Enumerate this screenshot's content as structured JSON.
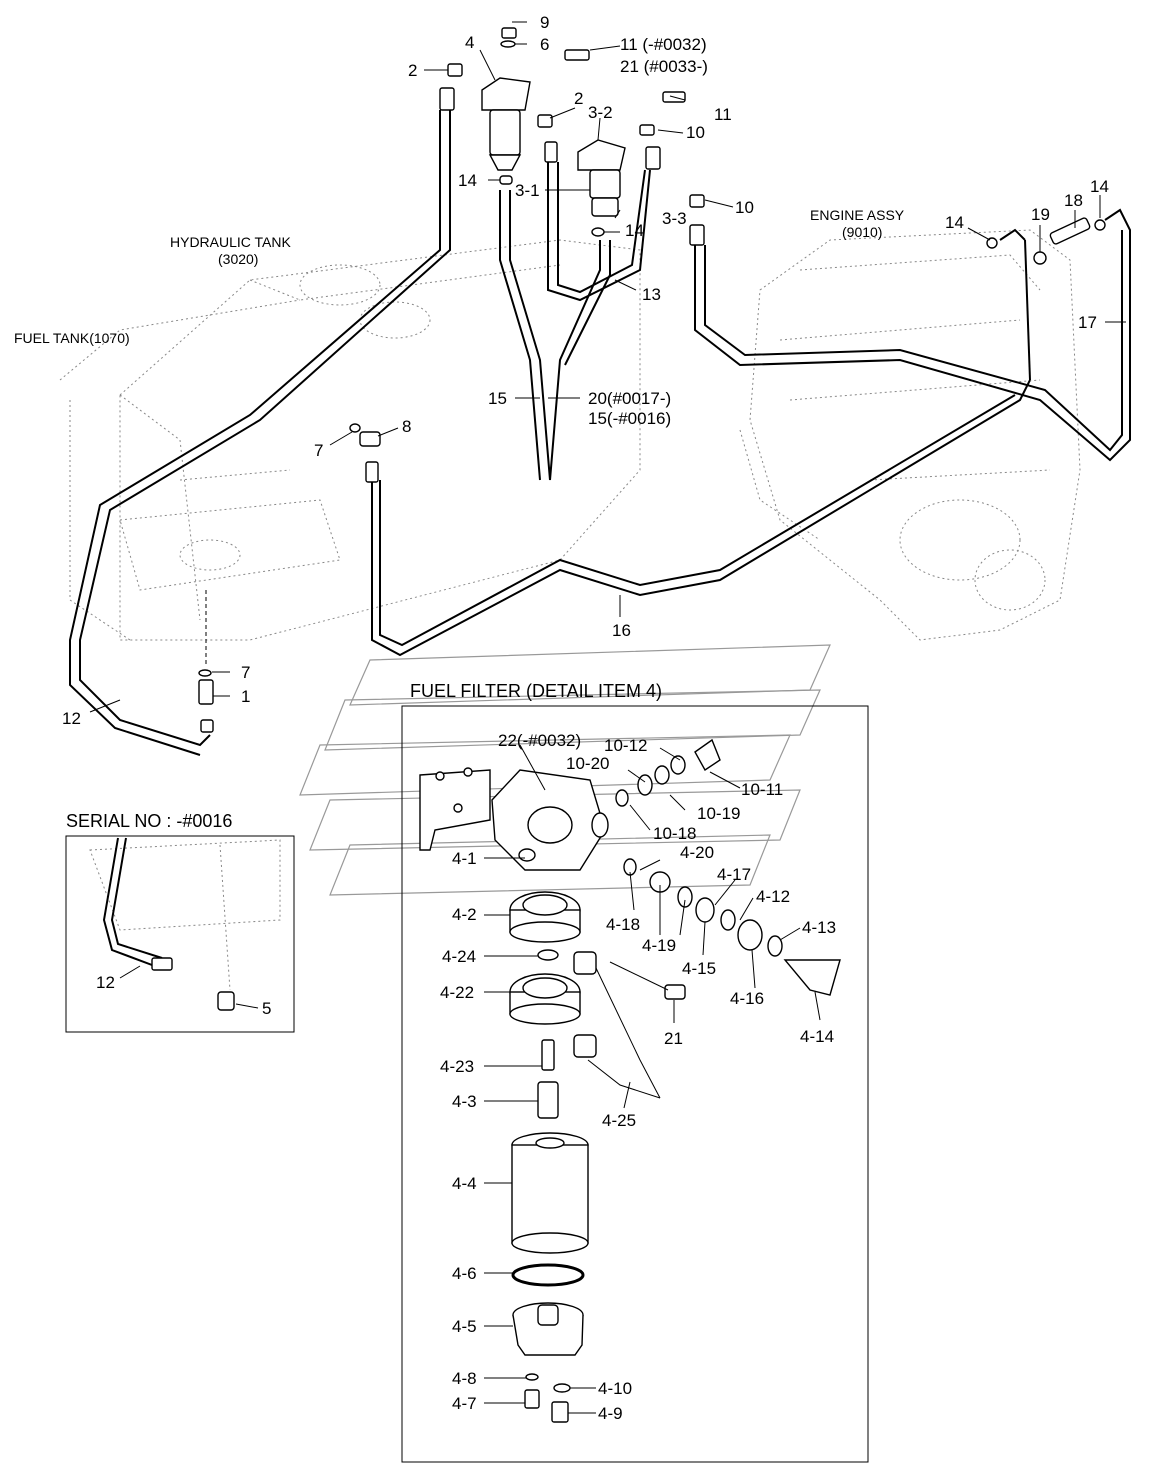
{
  "callouts": {
    "n9": "9",
    "n6": "6",
    "n4": "4",
    "n2a": "2",
    "n11a": "11 (-#0032)",
    "n21a": "21 (#0033-)",
    "n2b": "2",
    "n32": "3-2",
    "n11b": "11",
    "n10a": "10",
    "n14a": "14",
    "n31": "3-1",
    "n10b": "10",
    "n33": "3-3",
    "n14b": "14",
    "n13": "13",
    "n14c": "14",
    "n19": "19",
    "n18": "18",
    "n14d": "14",
    "n17": "17",
    "n15": "15",
    "n20": "20(#0017-)",
    "n15b": "15(-#0016)",
    "n7a": "7",
    "n8": "8",
    "n16": "16",
    "n7b": "7",
    "n1": "1",
    "n12": "12",
    "n12b": "12",
    "n5": "5",
    "d22": "22(-#0032)",
    "d1012": "10-12",
    "d1020": "10-20",
    "d1011": "10-11",
    "d1019": "10-19",
    "d1018": "10-18",
    "d41": "4-1",
    "d420": "4-20",
    "d417": "4-17",
    "d412": "4-12",
    "d42": "4-2",
    "d418": "4-18",
    "d419": "4-19",
    "d413": "4-13",
    "d415": "4-15",
    "d424": "4-24",
    "d416": "4-16",
    "d422": "4-22",
    "d21": "21",
    "d414": "4-14",
    "d423": "4-23",
    "d43": "4-3",
    "d425": "4-25",
    "d44": "4-4",
    "d46": "4-6",
    "d45": "4-5",
    "d48": "4-8",
    "d410": "4-10",
    "d47": "4-7",
    "d49": "4-9"
  },
  "labels": {
    "hydraulic_tank": "HYDRAULIC TANK",
    "hydraulic_tank_code": "(3020)",
    "engine_assy": "ENGINE ASSY",
    "engine_assy_code": "(9010)",
    "fuel_tank": "FUEL TANK(1070)",
    "detail_title": "FUEL FILTER (DETAIL ITEM 4)",
    "serial_title": "SERIAL NO : -#0016"
  }
}
